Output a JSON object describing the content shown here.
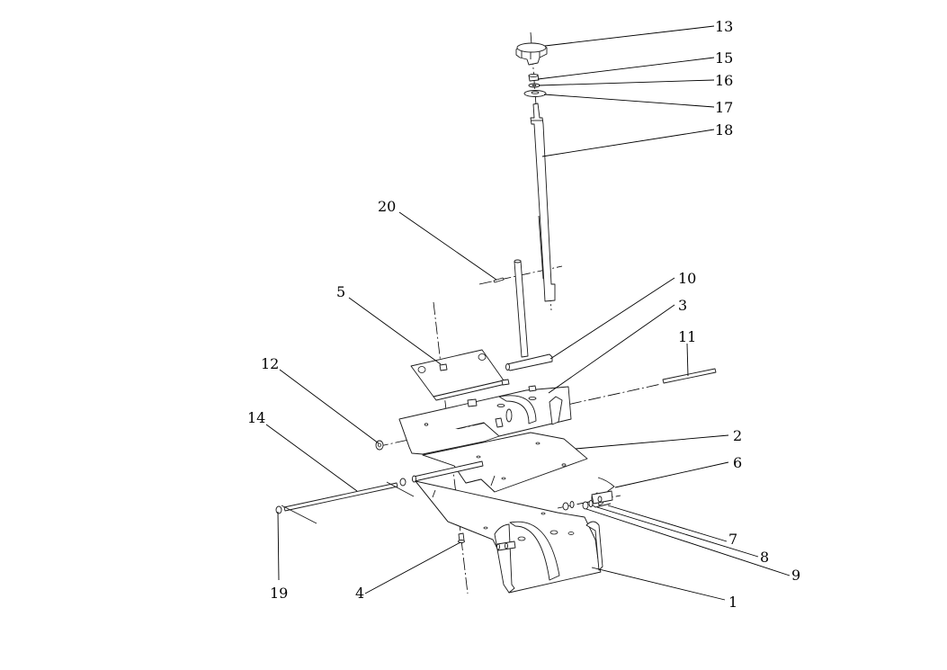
{
  "callouts": [
    {
      "id": "13",
      "text": "13"
    },
    {
      "id": "15",
      "text": "15"
    },
    {
      "id": "16",
      "text": "16"
    },
    {
      "id": "17",
      "text": "17"
    },
    {
      "id": "18",
      "text": "18"
    },
    {
      "id": "20",
      "text": "20"
    },
    {
      "id": "10",
      "text": "10"
    },
    {
      "id": "5",
      "text": "5"
    },
    {
      "id": "3",
      "text": "3"
    },
    {
      "id": "11",
      "text": "11"
    },
    {
      "id": "12",
      "text": "12"
    },
    {
      "id": "14",
      "text": "14"
    },
    {
      "id": "2",
      "text": "2"
    },
    {
      "id": "6",
      "text": "6"
    },
    {
      "id": "7",
      "text": "7"
    },
    {
      "id": "8",
      "text": "8"
    },
    {
      "id": "9",
      "text": "9"
    },
    {
      "id": "19",
      "text": "19"
    },
    {
      "id": "4",
      "text": "4"
    },
    {
      "id": "1",
      "text": "1"
    }
  ]
}
